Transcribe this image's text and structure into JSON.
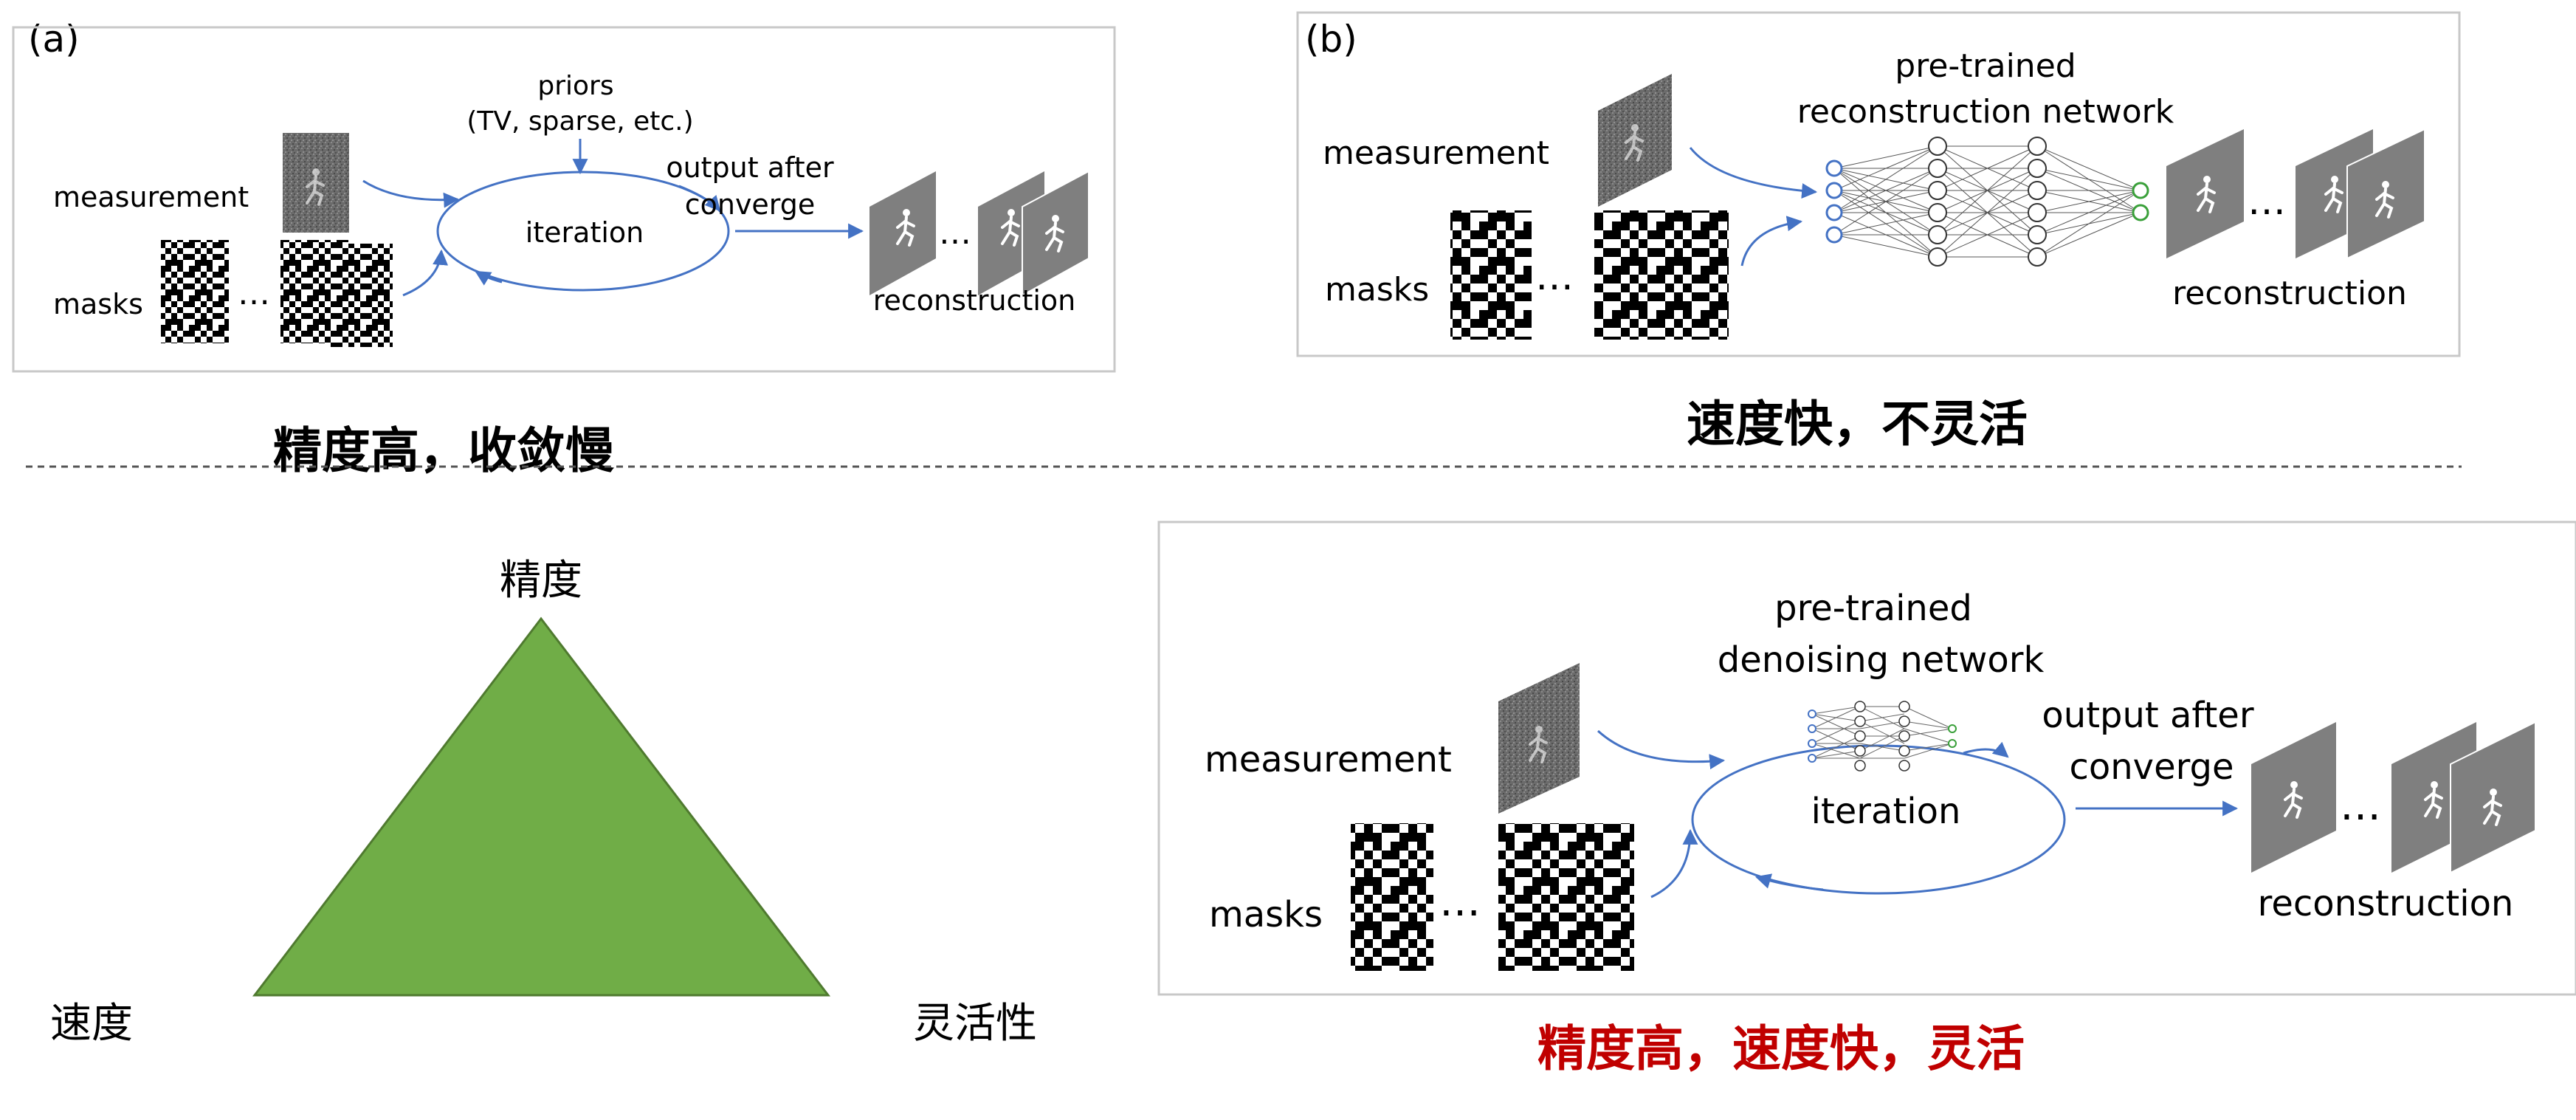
{
  "panel_a": {
    "tag": "(a)",
    "priors_line1": "priors",
    "priors_line2": "(TV, sparse, etc.)",
    "measurement": "measurement",
    "masks": "masks",
    "iteration": "iteration",
    "output_line1": "output after",
    "output_line2": "converge",
    "reconstruction": "reconstruction",
    "ellipsis": "…"
  },
  "panel_b": {
    "tag": "(b)",
    "network_line1": "pre-trained",
    "network_line2": "reconstruction network",
    "measurement": "measurement",
    "masks": "masks",
    "reconstruction": "reconstruction",
    "ellipsis": "…"
  },
  "panel_c": {
    "network_line1": "pre-trained",
    "network_line2": "denoising network",
    "measurement": "measurement",
    "masks": "masks",
    "iteration": "iteration",
    "output_line1": "output after",
    "output_line2": "converge",
    "reconstruction": "reconstruction",
    "ellipsis": "…"
  },
  "captions": {
    "a": "精度高，收敛慢",
    "b": "速度快，不灵活",
    "c": "精度高，速度快，灵活"
  },
  "triangle": {
    "top": "精度",
    "left": "速度",
    "right": "灵活性"
  },
  "colors": {
    "arrow_blue": "#4472c4",
    "triangle_fill": "#70ad47",
    "triangle_stroke": "#4f7a2f",
    "caption_red": "#c00000",
    "node_green": "#3aa03a"
  }
}
